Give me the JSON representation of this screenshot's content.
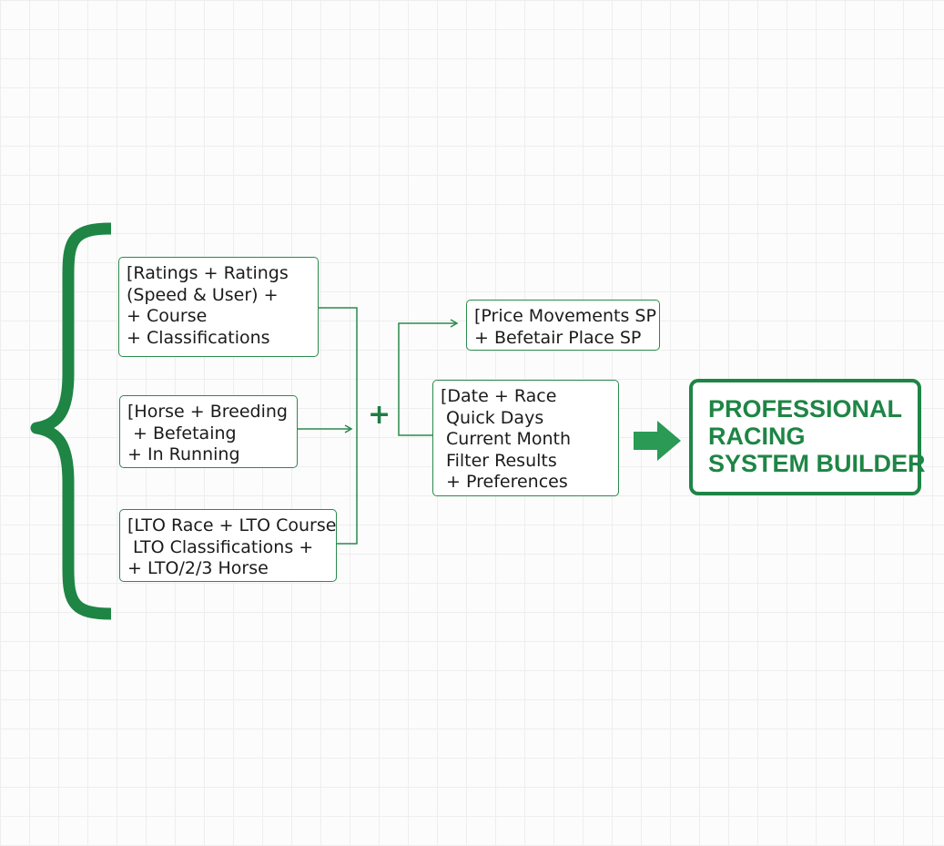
{
  "colors": {
    "accent": "#1e8545",
    "box_border": "#2a8a4c",
    "connector": "#2a8a4c",
    "grid": "#eeeeee",
    "background": "#fcfcfc"
  },
  "plus_symbol": "+",
  "inputs": {
    "ratings": {
      "lines": [
        "[Ratings + Ratings",
        "(Speed & User) +",
        "+ Course",
        "+ Classifications"
      ]
    },
    "horse": {
      "lines": [
        "[Horse + Breeding",
        " + Befetaing",
        "+ In Running"
      ]
    },
    "lto": {
      "lines": [
        "[LTO Race + LTO Course",
        " LTO Classifications +",
        "+ LTO/2/3 Horse"
      ]
    }
  },
  "price": {
    "lines": [
      "[Price Movements SP",
      "+ Befetair Place SP"
    ]
  },
  "date": {
    "lines": [
      "[Date + Race",
      " Quick Days",
      " Current Month",
      " Filter Results",
      " + Preferences"
    ]
  },
  "result": {
    "lines": [
      "PROFESSIONAL",
      "RACING",
      "SYSTEM BUILDER"
    ]
  },
  "icons": {
    "brace": "left-curly-brace-icon",
    "result_arrow": "right-arrow-icon"
  }
}
